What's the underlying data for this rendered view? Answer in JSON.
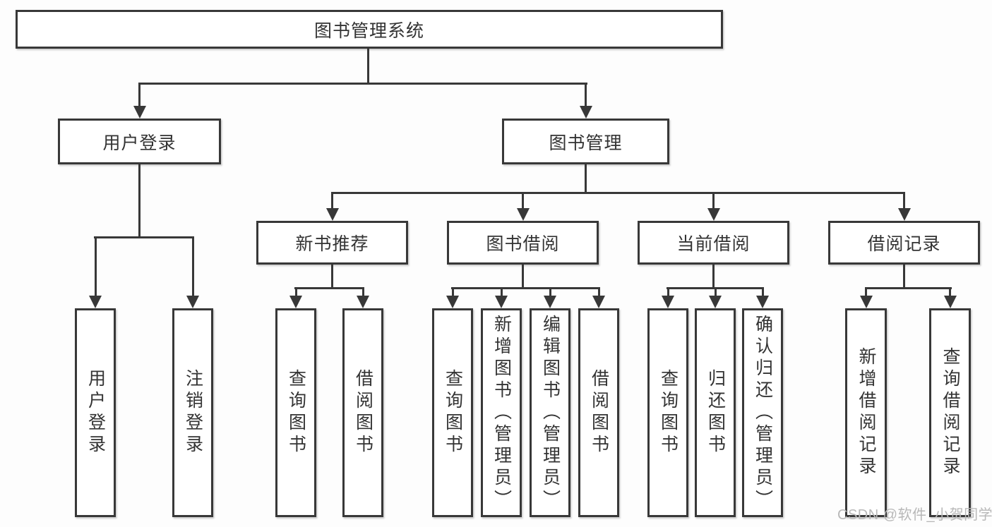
{
  "diagram": {
    "root": {
      "label": "图书管理系统"
    },
    "branches": [
      {
        "label": "用户登录",
        "children": [
          {
            "label": "用户登录"
          },
          {
            "label": "注销登录"
          }
        ]
      },
      {
        "label": "图书管理",
        "children": [
          {
            "label": "新书推荐",
            "children": [
              {
                "label": "查询图书"
              },
              {
                "label": "借阅图书"
              }
            ]
          },
          {
            "label": "图书借阅",
            "children": [
              {
                "label": "查询图书"
              },
              {
                "label": "新增图书（管理员）"
              },
              {
                "label": "编辑图书（管理员）"
              },
              {
                "label": "借阅图书"
              }
            ]
          },
          {
            "label": "当前借阅",
            "children": [
              {
                "label": "查询图书"
              },
              {
                "label": "归还图书"
              },
              {
                "label": "确认归还（管理员）"
              }
            ]
          },
          {
            "label": "借阅记录",
            "children": [
              {
                "label": "新增借阅记录"
              },
              {
                "label": "查询借阅记录"
              }
            ]
          }
        ]
      }
    ]
  },
  "watermark": {
    "text": "CSDN @软件_小贺同学"
  },
  "colors": {
    "line": "#383838",
    "text": "#333333",
    "background": "#fdfdfd",
    "watermark": "#b8b8b8"
  }
}
